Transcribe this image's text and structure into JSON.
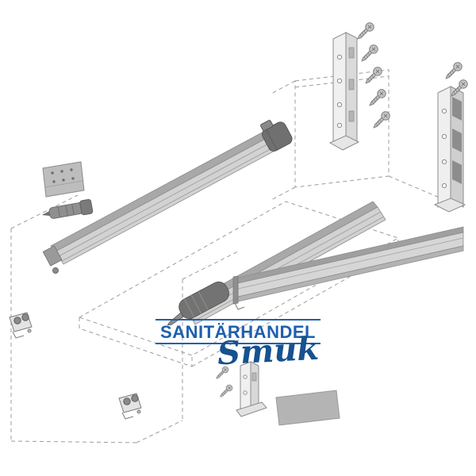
{
  "page": {
    "background": "#ffffff"
  },
  "watermark": {
    "title": "SANITÄRHANDEL",
    "script": "Smuk",
    "title_color": "#1e5fae",
    "script_color": "#17518f"
  },
  "diagram": {
    "type": "exploded-technical-drawing",
    "colors": {
      "outline": "#8c8c8c",
      "fill_light": "#d2d2d2",
      "fill_mid": "#a8a8a8",
      "fill_dark": "#707070",
      "dashed_line": "#9c9c9c"
    },
    "parts": [
      "drilling-template",
      "coupling-shaft",
      "left-drawer-runner",
      "center-drawer-runner",
      "drawer-side-rail",
      "rear-fixing-bracket-left",
      "rear-fixing-bracket-right",
      "mounting-screws",
      "front-fixing-bracket-left",
      "front-fixing-bracket-lower",
      "front-bracket-center",
      "cover-cap-panel",
      "cabinet-dashed-outline",
      "drawer-bottom-dashed",
      "back-panel-dashed"
    ]
  }
}
